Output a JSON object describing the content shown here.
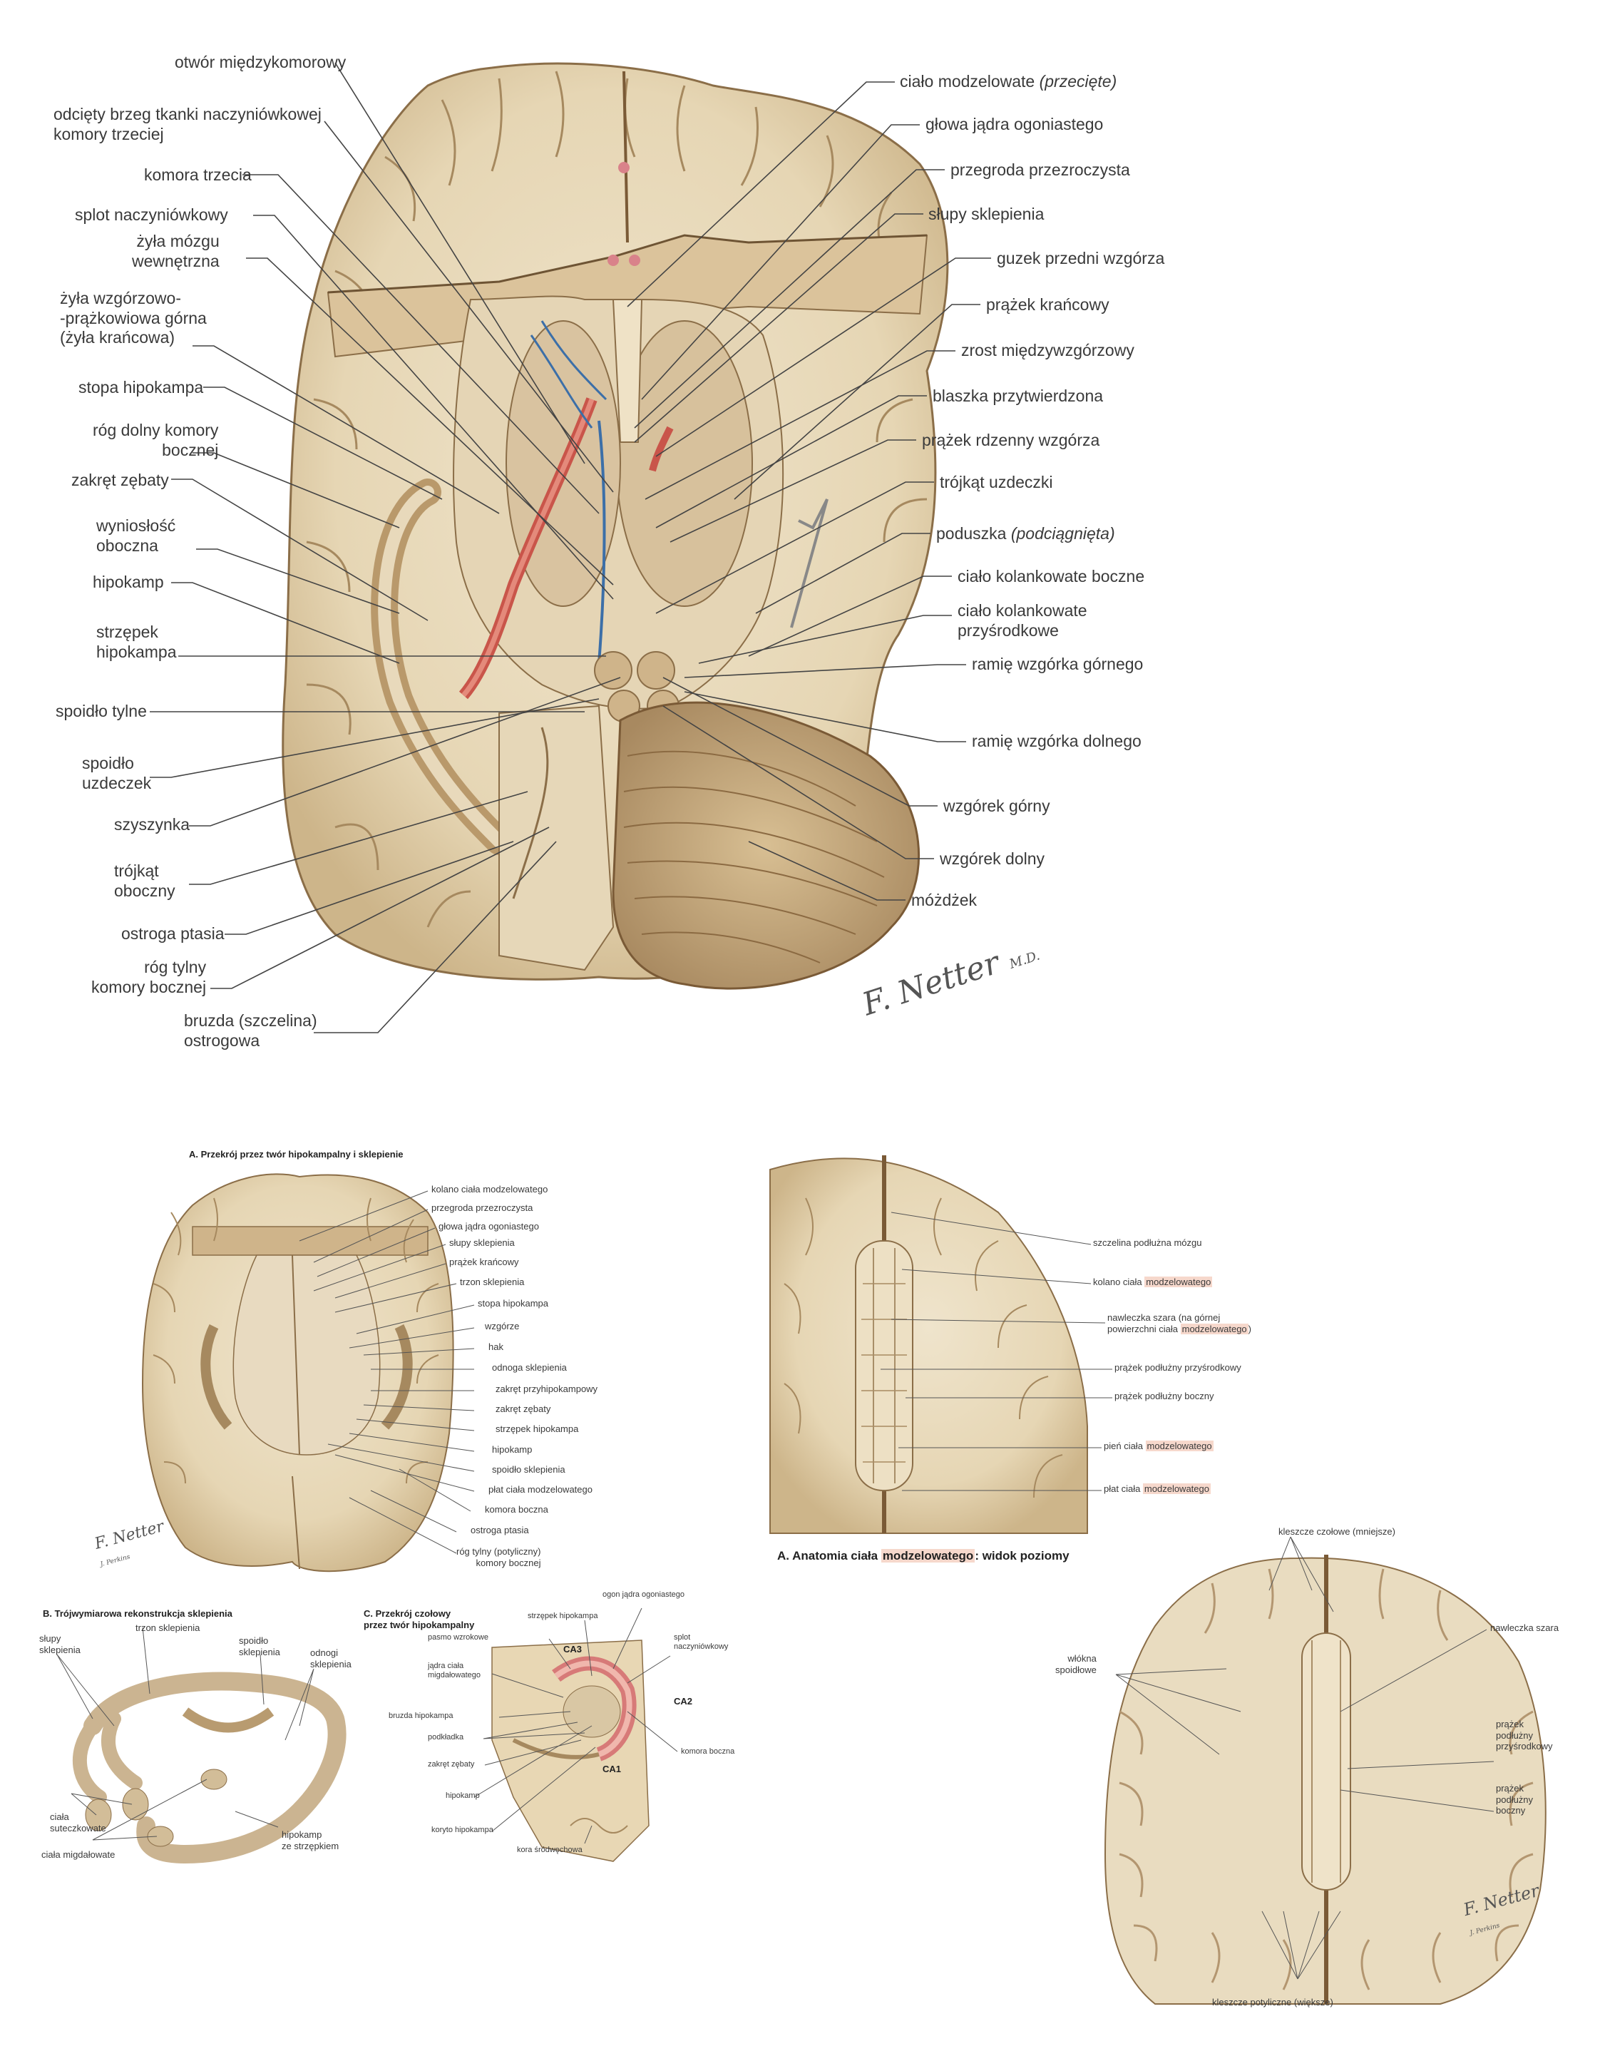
{
  "main_figure": {
    "left_labels": [
      "otwór międzykomorowy",
      "odcięty brzeg tkanki naczyniówkowej\nkomory trzeciej",
      "komora trzecia",
      "splot naczyniówkowy",
      "żyła mózgu\nwewnętrzna",
      "żyła wzgórzowo-\n-prążkowiowa górna\n(żyła krańcowa)",
      "stopa hipokampa",
      "róg dolny komory\nbocznej",
      "zakręt zębaty",
      "wyniosłość\noboczna",
      "hipokamp",
      "strzępek\nhipokampa",
      "spoidło tylne",
      "spoidło\nuzdeczek",
      "szyszynka",
      "trójkąt\noboczny",
      "ostroga ptasia",
      "róg tylny\nkomory bocznej",
      "bruzda (szczelina)\nostrogowa"
    ],
    "right_labels": [
      {
        "text": "ciało modzelowate ",
        "em": "(przecięte)"
      },
      {
        "text": "głowa jądra ogoniastego"
      },
      {
        "text": "przegroda przezroczysta"
      },
      {
        "text": "słupy sklepienia"
      },
      {
        "text": "guzek przedni wzgórza"
      },
      {
        "text": "prążek krańcowy"
      },
      {
        "text": "zrost międzywzgórzowy"
      },
      {
        "text": "blaszka przytwierdzona"
      },
      {
        "text": "prążek rdzenny wzgórza"
      },
      {
        "text": "trójkąt uzdeczki"
      },
      {
        "text": "poduszka ",
        "em": "(podciągnięta)"
      },
      {
        "text": "ciało kolankowate boczne"
      },
      {
        "text": "ciało kolankowate\nprzyśrodkowe"
      },
      {
        "text": "ramię wzgórka górnego"
      },
      {
        "text": "ramię wzgórka dolnego"
      },
      {
        "text": "wzgórek górny"
      },
      {
        "text": "wzgórek dolny"
      },
      {
        "text": "móżdżek"
      }
    ],
    "signature": "F. Netter",
    "signature_sub": "M.D."
  },
  "panel_a": {
    "title": "A. Przekrój przez twór hipokampalny i sklepienie",
    "labels": [
      "kolano ciała modzelowatego",
      "przegroda przezroczysta",
      "głowa jądra ogoniastego",
      "słupy sklepienia",
      "prążek krańcowy",
      "trzon sklepienia",
      "stopa hipokampa",
      "wzgórze",
      "hak",
      "odnoga sklepienia",
      "zakręt przyhipokampowy",
      "zakręt zębaty",
      "strzępek hipokampa",
      "hipokamp",
      "spoidło sklepienia",
      "płat ciała modzelowatego",
      "komora boczna",
      "ostroga ptasia",
      "róg tylny (potyliczny)\nkomory bocznej"
    ],
    "signature": "F. Netter",
    "signature_sub": "J. Perkins"
  },
  "panel_b": {
    "title": "B. Trójwymiarowa rekonstrukcja sklepienia",
    "labels": [
      "trzon sklepienia",
      "słupy\nsklepienia",
      "spoidło\nsklepienia",
      "odnogi\nsklepienia",
      "ciała\nsuteczkowate",
      "ciała migdałowate",
      "hipokamp\nze strzępkiem"
    ]
  },
  "panel_c": {
    "title": "C. Przekrój czołowy\nprzez twór hipokampalny",
    "labels": [
      "ogon jądra ogoniastego",
      "strzępek hipokampa",
      "splot\nnaczyniówkowy",
      "pasmo wzrokowe",
      "jądra ciała\nmigdałowatego",
      "bruzda hipokampa",
      "podkładka",
      "zakręt zębaty",
      "hipokamp",
      "koryto hipokampa",
      "kora śródwęchowa",
      "komora boczna"
    ],
    "region_labels": [
      "CA3",
      "CA2",
      "CA1"
    ]
  },
  "panel_d": {
    "labels": [
      {
        "text": "szczelina podłużna mózgu"
      },
      {
        "text": "kolano ciała ",
        "hl": "modzelowatego"
      },
      {
        "text": "nawleczka szara (na górnej\npowierzchni ciała ",
        "hl": "modzelowatego",
        "after": ")"
      },
      {
        "text": "prążek podłużny przyśrodkowy"
      },
      {
        "text": "prążek podłużny boczny"
      },
      {
        "text": "pień ciała ",
        "hl": "modzelowatego"
      },
      {
        "text": "płat ciała ",
        "hl": "modzelowatego"
      }
    ],
    "title_prefix": "A. Anatomia ciała ",
    "title_hl": "modzelowatego",
    "title_suffix": ": widok poziomy"
  },
  "panel_e": {
    "labels": [
      "kleszcze czołowe (mniejsze)",
      "nawleczka szara",
      "włókna\nspoidłowe",
      "prążek\npodłużny\nprzyśrodkowy",
      "prążek\npodłużny\nboczny",
      "kleszcze potyliczne (większe)"
    ],
    "signature": "F. Netter",
    "signature_sub": "J. Perkins"
  }
}
